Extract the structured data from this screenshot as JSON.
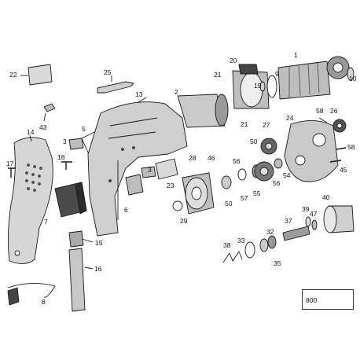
{
  "diagram": {
    "callouts": [
      "1",
      "2",
      "3",
      "5",
      "6",
      "7",
      "8",
      "9",
      "10",
      "13",
      "14",
      "15",
      "16",
      "17",
      "18",
      "19",
      "20",
      "21",
      "22",
      "23",
      "24",
      "25",
      "26",
      "27",
      "28",
      "29",
      "32",
      "33",
      "35",
      "37",
      "38",
      "39",
      "40",
      "43",
      "45",
      "46",
      "47",
      "50",
      "54",
      "55",
      "56",
      "57",
      "58",
      "800"
    ],
    "kit_label": "800"
  },
  "colors": {
    "line": "#1a1a1a",
    "shade": "#bdbdbd",
    "dark": "#3a3a3a"
  }
}
